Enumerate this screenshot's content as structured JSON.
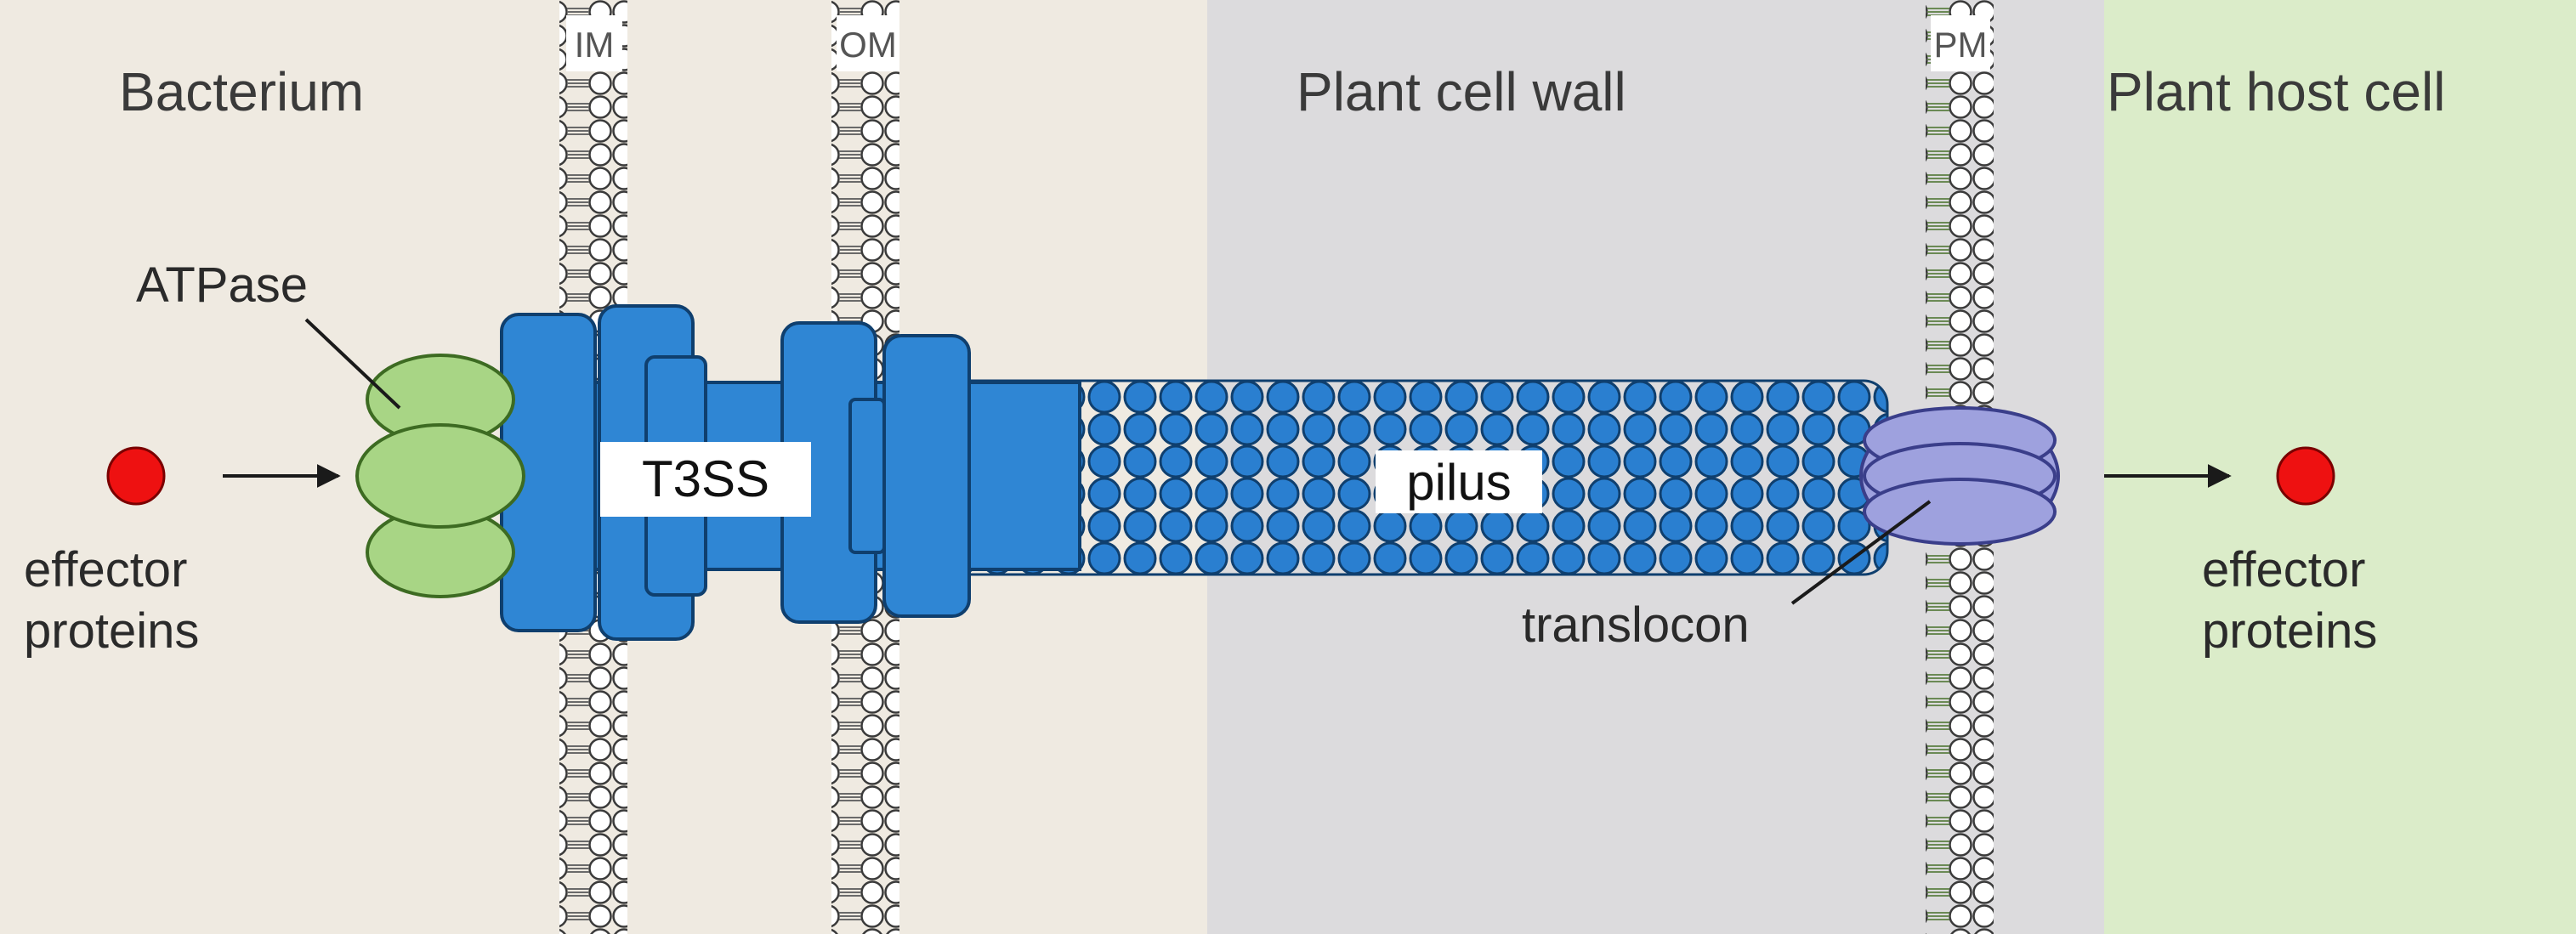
{
  "regions": {
    "bacterium": "Bacterium",
    "cell_wall": "Plant cell wall",
    "host_cell": "Plant host cell"
  },
  "membranes": {
    "im": "IM",
    "om": "OM",
    "pm": "PM"
  },
  "components": {
    "atpase": "ATPase",
    "t3ss": "T3SS",
    "pilus": "pilus",
    "translocon": "translocon"
  },
  "effector_left": {
    "line1": "effector",
    "line2": "proteins"
  },
  "effector_right": {
    "line1": "effector",
    "line2": "proteins"
  },
  "colors": {
    "bacterium_bg": "#efeae1",
    "cell_wall_bg": "#dcdbdd",
    "host_cell_bg": "#dbecc9",
    "t3ss_blue": "#2f86d4",
    "pilus_blue": "#2a7fd0",
    "atpase_green": "#a8d585",
    "translocon_purple": "#9ea1de",
    "effector_red": "#ee1111",
    "host_membrane_green": "#6b8a55"
  }
}
